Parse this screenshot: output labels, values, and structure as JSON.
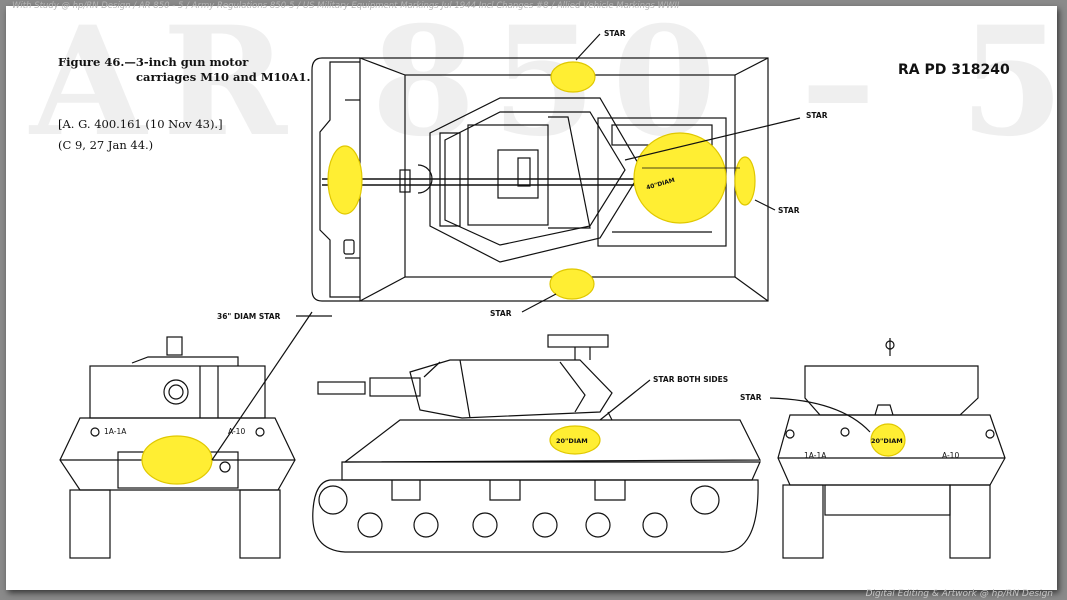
{
  "watermark": {
    "top": "With Study @ hp/RN Design / AR 850 - 5 / Army Regulations 850-5 / US Military Equipment Markings Jul 1944 Incl Changes #8 / Allied Vehicle Markings WWII",
    "bottom": "Digital Editing & Artwork @ hp/RN Design",
    "big": "AR 850 – 5"
  },
  "figure": {
    "title_line1": "Figure 46.—3-inch gun motor",
    "title_line2": "carriages M10 and M10A1.",
    "authority": "[A. G. 400.161 (10 Nov 43).]",
    "change": "(C 9, 27 Jan 44.)",
    "ref": "RA PD 318240"
  },
  "labels": {
    "star_top": "STAR",
    "star_right1": "STAR",
    "star_right2": "STAR",
    "star_bottom": "STAR",
    "diam_front": "36\" DIAM STAR",
    "dim_turret": "40\"DIAM",
    "star_both": "STAR BOTH SIDES",
    "dim_side": "20\"DIAM",
    "star_rear": "STAR",
    "dim_rear": "20\"DIAM",
    "front_left_marking": "1A-1A",
    "front_right_marking": "A-10",
    "rear_left_marking": "1A-1A",
    "rear_right_marking": "A-10"
  },
  "colors": {
    "star_fill": "#ffee33",
    "line": "#111111"
  }
}
